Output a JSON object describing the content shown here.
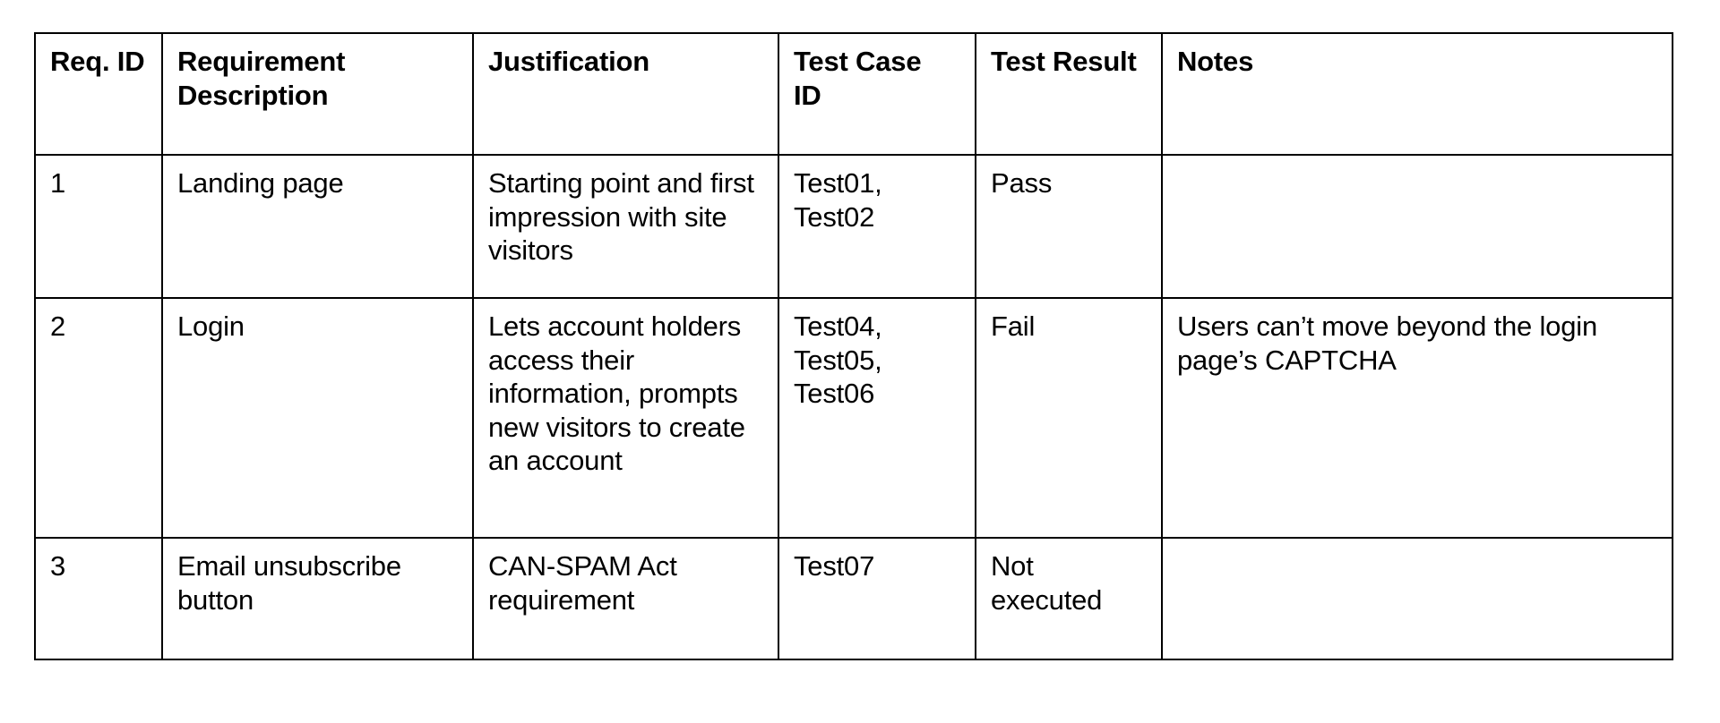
{
  "document": {
    "kind": "requirements-traceability-matrix",
    "background_color": "#ffffff",
    "text_color": "#000000",
    "border_color": "#000000"
  },
  "table": {
    "columns": [
      {
        "key": "req_id",
        "header": "Req. ID"
      },
      {
        "key": "description",
        "header": "Requirement\nDescription"
      },
      {
        "key": "justification",
        "header": "Justification"
      },
      {
        "key": "test_case_id",
        "header": "Test Case\nID"
      },
      {
        "key": "test_result",
        "header": "Test Result"
      },
      {
        "key": "notes",
        "header": "Notes"
      }
    ],
    "rows": [
      {
        "req_id": "1",
        "description": "Landing page",
        "justification": "Starting point and first impression with site visitors",
        "test_case_id": "Test01,\nTest02",
        "test_result": "Pass",
        "notes": ""
      },
      {
        "req_id": "2",
        "description": "Login",
        "justification": "Lets account holders access their information, prompts new visitors to create an account",
        "test_case_id": "Test04,\nTest05,\nTest06",
        "test_result": "Fail",
        "notes": "Users can’t move beyond the login page’s CAPTCHA"
      },
      {
        "req_id": "3",
        "description": "Email unsubscribe button",
        "justification": "CAN-SPAM Act requirement",
        "test_case_id": "Test07",
        "test_result": "Not executed",
        "notes": ""
      }
    ]
  }
}
